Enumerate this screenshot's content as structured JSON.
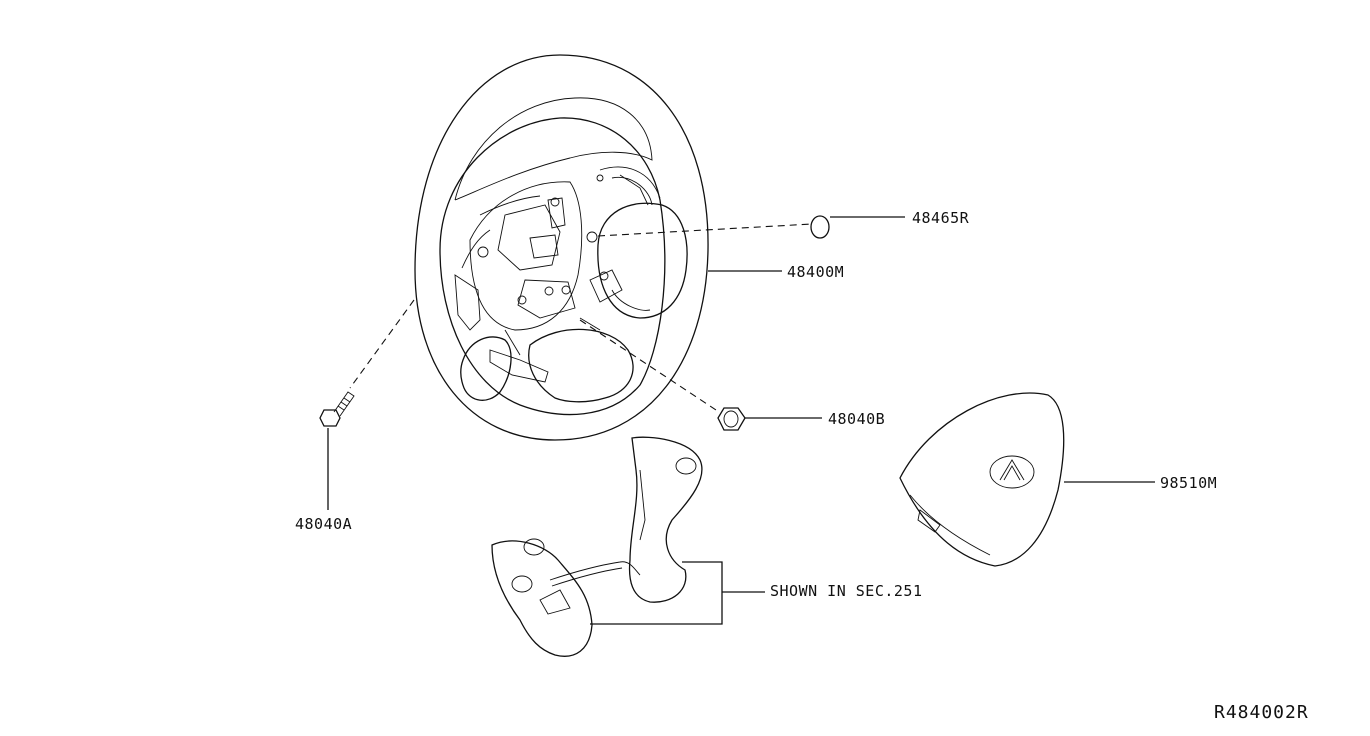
{
  "parts": [
    {
      "id": "48465R"
    },
    {
      "id": "48400M"
    },
    {
      "id": "48040B"
    },
    {
      "id": "48040A"
    },
    {
      "id": "98510M"
    }
  ],
  "reference_note": "SHOWN IN SEC.251",
  "diagram_id": "R484002R"
}
